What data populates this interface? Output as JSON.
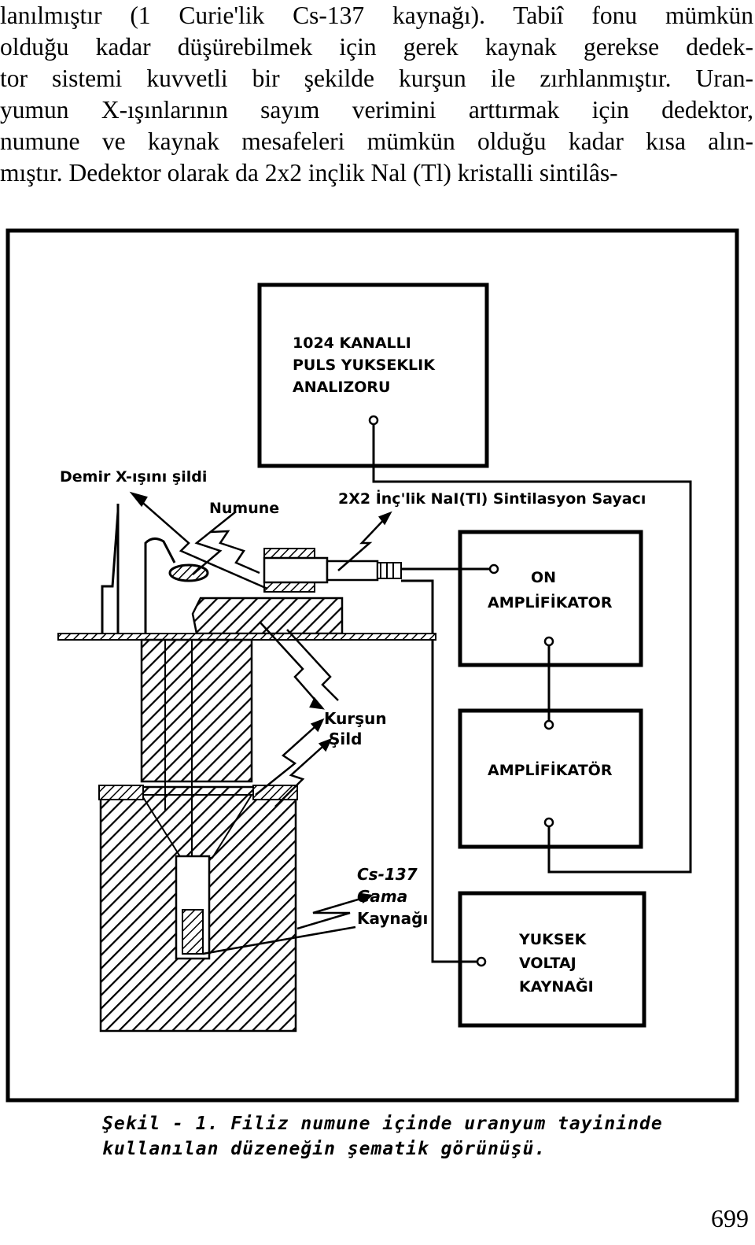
{
  "paragraph": {
    "lines": [
      "lanılmıştır  (1 Curie'lik Cs-137 kaynağı). Tabiî fonu mümkün",
      "olduğu kadar düşürebilmek için gerek kaynak gerekse dedek-",
      "tor sistemi kuvvetli bir şekilde kurşun ile zırhlanmıştır. Uran-",
      "yumun X-ışınlarının sayım verimini arttırmak için  dedektor,",
      "numune ve kaynak mesafeleri mümkün olduğu kadar kısa alın-",
      "mıştır. Dedektor olarak da 2x2 inçlik Nal (Tl) kristalli sintilâs-"
    ]
  },
  "figure": {
    "boxes": {
      "analyzer": [
        "1024 KANALLI",
        "PULS YUKSEKLIK",
        "ANALIZORU"
      ],
      "preamp": [
        "ON",
        "AMPLİFİKATOR"
      ],
      "amp": [
        "AMPLİFİKATÖR"
      ],
      "hv": [
        "YUKSEK",
        "VOLTAJ",
        "KAYNAĞI"
      ]
    },
    "labels": {
      "iron_shield": "Demir  X-ışını şildi",
      "sample": "Numune",
      "detector": "2X2  İnç'lik NaI(Tl) Sintilasyon Sayacı",
      "lead_shield": [
        "Kurşun",
        "Şild"
      ],
      "source": [
        "Cs-137",
        "Gama",
        "Kaynağı"
      ]
    }
  },
  "caption": {
    "line1": "Şekil - 1. Filiz numune içinde uranyum tayininde",
    "line2": "kullanılan düzeneğin şematik görünüşü."
  },
  "page_number": "699"
}
